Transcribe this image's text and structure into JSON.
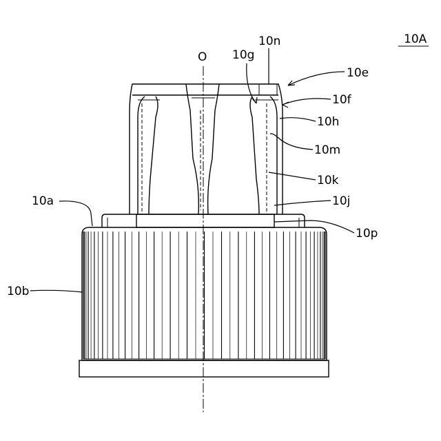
{
  "figure_ref": "10A",
  "axis_label": "O",
  "labels": {
    "l10n": "10n",
    "l10g": "10g",
    "l10e": "10e",
    "l10f": "10f",
    "l10h": "10h",
    "l10m": "10m",
    "l10k": "10k",
    "l10j": "10j",
    "l10a": "10a",
    "l10p": "10p",
    "l10b": "10b"
  }
}
